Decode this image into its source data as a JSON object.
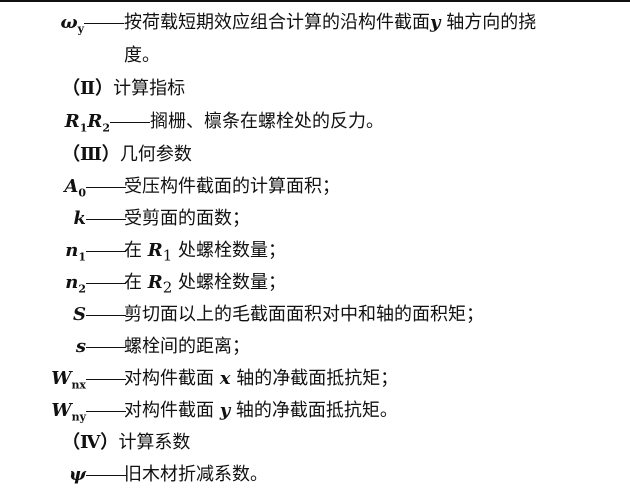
{
  "entries": [
    {
      "sym": "ω",
      "sub": "y",
      "desc": "按荷载短期效应组合计算的沿构件截面",
      "var": "y",
      "tail": " 轴方向的挠"
    },
    {
      "cont": "度。"
    },
    {
      "heading_num": "（Ⅱ）",
      "heading_text": "计算指标"
    },
    {
      "sym": "R",
      "sub": "1",
      "sym2": "R",
      "sub2": "2",
      "desc": "搁栅、檩条在螺栓处的反力。"
    },
    {
      "heading_num": "（Ⅲ）",
      "heading_text": "几何参数"
    },
    {
      "sym": "A",
      "sub": "0",
      "desc": "受压构件截面的计算面积；"
    },
    {
      "sym": "k",
      "desc": "受剪面的面数；"
    },
    {
      "sym": "n",
      "sub": "1",
      "desc": "在 ",
      "var": "R",
      "var_sub": "1",
      "tail": " 处螺栓数量；"
    },
    {
      "sym": "n",
      "sub": "2",
      "desc": "在 ",
      "var": "R",
      "var_sub": "2",
      "tail": " 处螺栓数量；"
    },
    {
      "sym": "S",
      "desc": "剪切面以上的毛截面面积对中和轴的面积矩；"
    },
    {
      "sym": "s",
      "desc": "螺栓间的距离；"
    },
    {
      "sym": "W",
      "sub": "nx",
      "desc": "对构件截面 ",
      "var": "x",
      "tail": " 轴的净截面抵抗矩；"
    },
    {
      "sym": "W",
      "sub": "ny",
      "desc": "对构件截面 ",
      "var": "y",
      "tail": " 轴的净截面抵抗矩。"
    },
    {
      "heading_num": "（Ⅳ）",
      "heading_text": "计算系数"
    },
    {
      "sym": "ψ",
      "desc": "旧木材折减系数。"
    }
  ]
}
